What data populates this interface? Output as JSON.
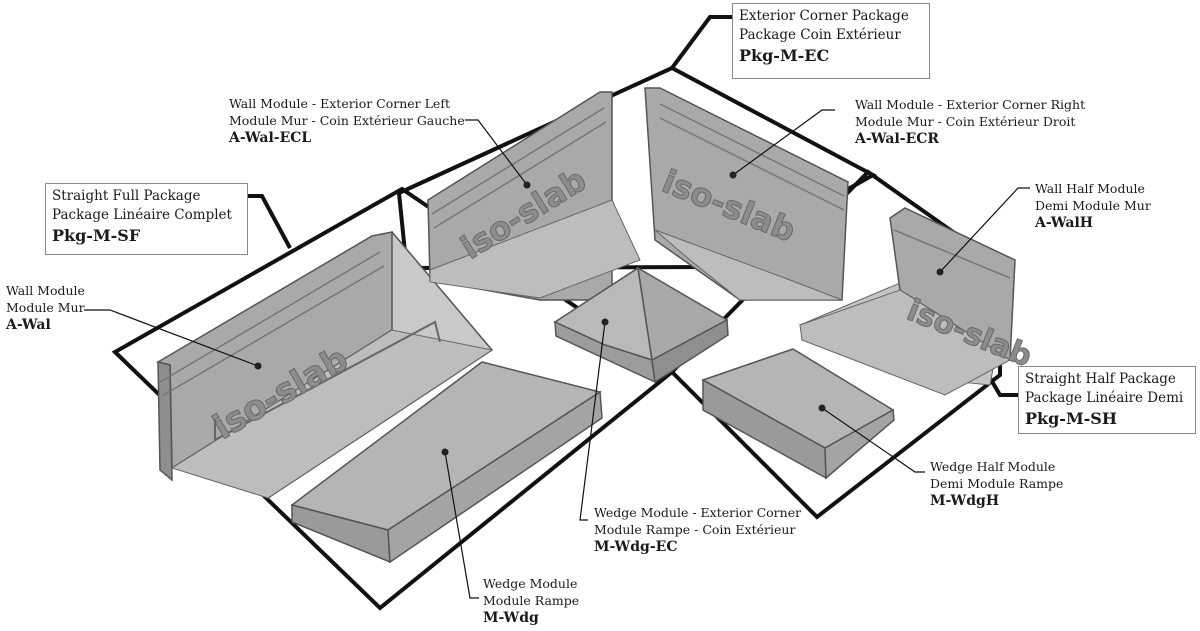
{
  "brand_text": "iso-slab",
  "packages": {
    "exterior_corner": {
      "line1": "Exterior Corner Package",
      "line2": "Package Coin Extérieur",
      "code": "Pkg-M-EC"
    },
    "straight_full": {
      "line1": "Straight Full Package",
      "line2": "Package Linéaire Complet",
      "code": "Pkg-M-SF"
    },
    "straight_half": {
      "line1": "Straight Half Package",
      "line2": "Package Linéaire Demi",
      "code": "Pkg-M-SH"
    }
  },
  "modules": {
    "wall_ecl": {
      "line1": "Wall Module - Exterior Corner Left",
      "line2": "Module Mur - Coin Extérieur Gauche",
      "code": "A-Wal-ECL"
    },
    "wall_ecr": {
      "line1": "Wall Module - Exterior Corner Right",
      "line2": "Module Mur - Coin Extérieur Droit",
      "code": "A-Wal-ECR"
    },
    "wall_half": {
      "line1": "Wall Half Module",
      "line2": "Demi Module Mur",
      "code": "A-WalH"
    },
    "wall": {
      "line1": "Wall Module",
      "line2": "Module Mur",
      "code": "A-Wal"
    },
    "wedge": {
      "line1": "Wedge Module",
      "line2": "Module Rampe",
      "code": "M-Wdg"
    },
    "wedge_ec": {
      "line1": "Wedge Module - Exterior Corner",
      "line2": "Module Rampe - Coin Extérieur",
      "code": "M-Wdg-EC"
    },
    "wedge_half": {
      "line1": "Wedge Half Module",
      "line2": "Demi Module Rampe",
      "code": "M-WdgH"
    }
  }
}
